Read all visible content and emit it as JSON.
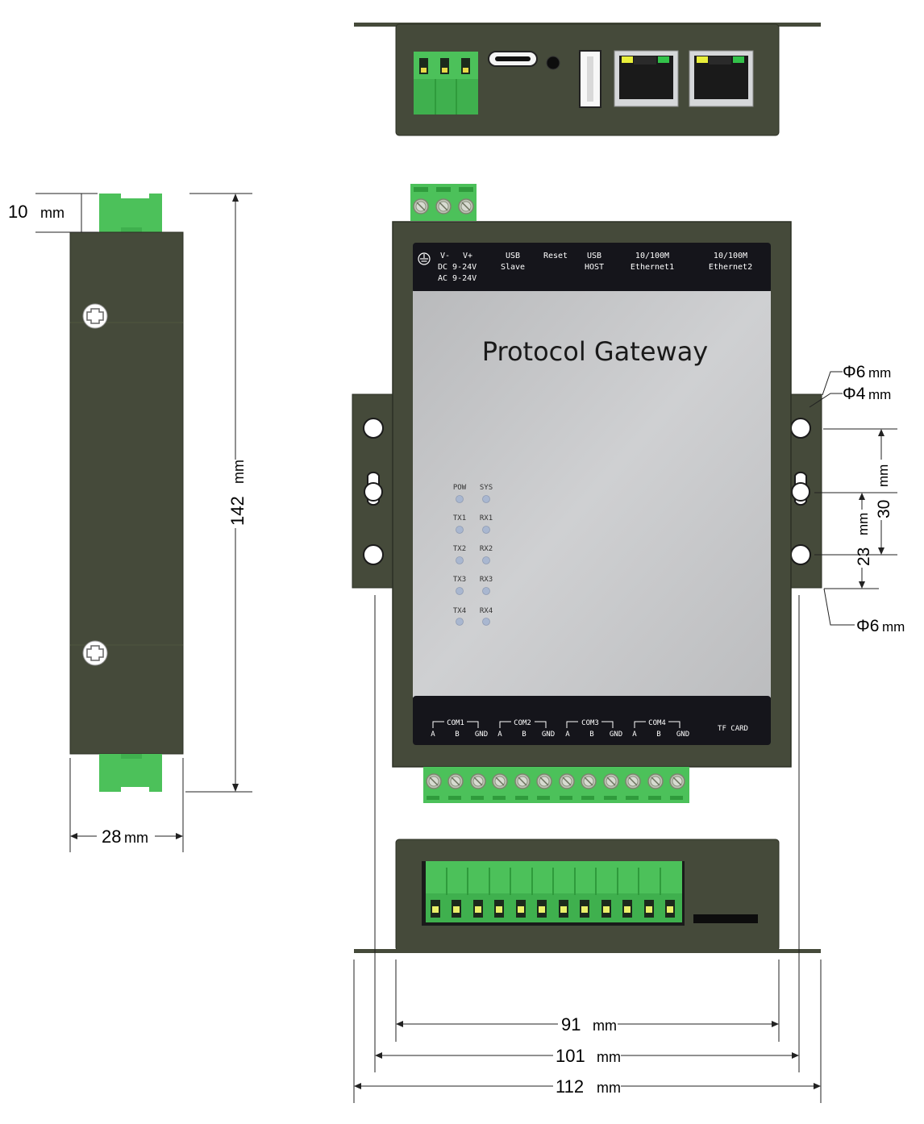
{
  "colors": {
    "body": "#454a3a",
    "body_edge": "#2c3024",
    "panel_dark": "#15151b",
    "panel_grey": "#c3c4c6",
    "terminal_green": "#4cc15a",
    "terminal_dark_green": "#2f9b3c",
    "led": "#a9b7d0",
    "dim_line": "#222222"
  },
  "icons": {
    "ground": "ground-icon",
    "screw": "cross-screw-icon",
    "mount_hole": "mounting-hole-icon"
  },
  "front_panel": {
    "title": "Protocol Gateway",
    "top_labels": {
      "vminus": "V-",
      "vplus": "V+",
      "dc": "DC 9-24V",
      "ac": "AC 9-24V",
      "usb_slave_1": "USB",
      "usb_slave_2": "Slave",
      "reset": "Reset",
      "usb_host_1": "USB",
      "usb_host_2": "HOST",
      "eth1_1": "10/100M",
      "eth1_2": "Ethernet1",
      "eth2_1": "10/100M",
      "eth2_2": "Ethernet2"
    },
    "leds": [
      {
        "left": "POW",
        "right": "SYS"
      },
      {
        "left": "TX1",
        "right": "RX1"
      },
      {
        "left": "TX2",
        "right": "RX2"
      },
      {
        "left": "TX3",
        "right": "RX3"
      },
      {
        "left": "TX4",
        "right": "RX4"
      }
    ],
    "com_ports": [
      "COM1",
      "COM2",
      "COM3",
      "COM4"
    ],
    "pins": [
      "A",
      "B",
      "GND"
    ],
    "tf_card": "TF CARD"
  },
  "dimensions": {
    "top_terminal_height": {
      "value": "10",
      "unit": "mm"
    },
    "height": {
      "value": "142",
      "unit": "mm"
    },
    "depth": {
      "value": "28",
      "unit": "mm"
    },
    "ear_hole_top": {
      "value": "Φ6",
      "unit": "mm"
    },
    "slot_width": {
      "value": "Φ4",
      "unit": "mm"
    },
    "ear_hole_bottom": {
      "value": "Φ6",
      "unit": "mm"
    },
    "hole_spacing": {
      "value": "30",
      "unit": "mm"
    },
    "hole_offset": {
      "value": "23",
      "unit": "mm"
    },
    "body_width": {
      "value": "91",
      "unit": "mm"
    },
    "hole_center_width": {
      "value": "101",
      "unit": "mm"
    },
    "overall_width": {
      "value": "112",
      "unit": "mm"
    }
  }
}
